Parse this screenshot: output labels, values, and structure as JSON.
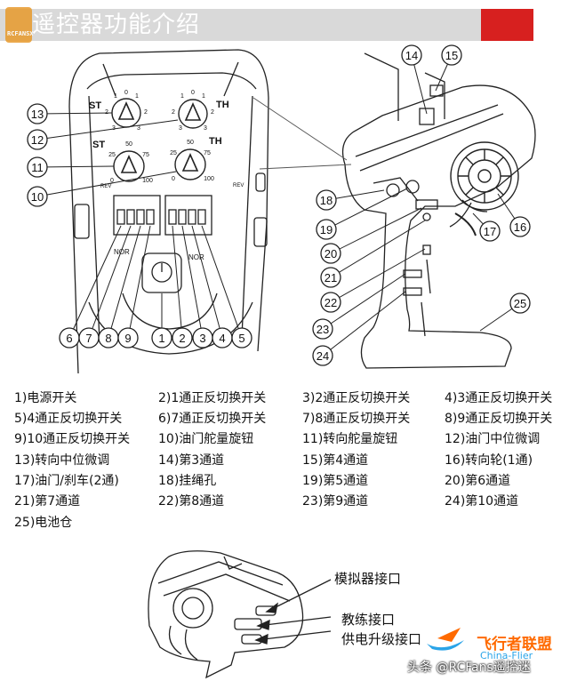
{
  "header": {
    "title": "遥控器功能介绍",
    "logo_text": "RCFANSX"
  },
  "diagram": {
    "callouts": [
      "1",
      "2",
      "3",
      "4",
      "5",
      "6",
      "7",
      "8",
      "9",
      "10",
      "11",
      "12",
      "13",
      "14",
      "15",
      "16",
      "17",
      "18",
      "19",
      "20",
      "21",
      "22",
      "23",
      "24",
      "25"
    ],
    "panel_labels": {
      "st_top": "ST",
      "th_top": "TH",
      "st_bottom": "ST",
      "th_bottom": "TH",
      "nor_left": "NOR",
      "nor_right": "NOR",
      "rev_left": "REV",
      "rev_right": "REV"
    },
    "dial_ticks": {
      "trim": [
        "0",
        "1",
        "1",
        "2",
        "2",
        "3",
        "3"
      ],
      "rate": [
        "0",
        "25",
        "50",
        "75",
        "100"
      ]
    }
  },
  "legend": [
    "1)电源开关",
    "2)1通正反切换开关",
    "3)2通正反切换开关",
    "4)3通正反切换开关",
    "5)4通正反切换开关",
    "6)7通正反切换开关",
    "7)8通正反切换开关",
    "8)9通正反切换开关",
    "9)10通正反切换开关",
    "10)油门舵量旋钮",
    "11)转向舵量旋钮",
    "12)油门中位微调",
    "13)转向中位微调",
    "14)第3通道",
    "15)第4通道",
    "16)转向轮(1通)",
    "17)油门/刹车(2通)",
    "18)挂绳孔",
    "19)第5通道",
    "20)第6通道",
    "21)第7通道",
    "22)第8通道",
    "23)第9通道",
    "24)第10通道",
    "25)电池仓"
  ],
  "bottom": {
    "labels": [
      "模拟器接口",
      "教练接口",
      "供电升级接口"
    ]
  },
  "watermark": {
    "source": "头条 @RCFans遥控迷",
    "brand": "飞行者联盟",
    "url": "China-Flier"
  },
  "colors": {
    "header_bar": "#d9d9d9",
    "header_accent": "#d7201f",
    "brand": "#ff6a00"
  }
}
